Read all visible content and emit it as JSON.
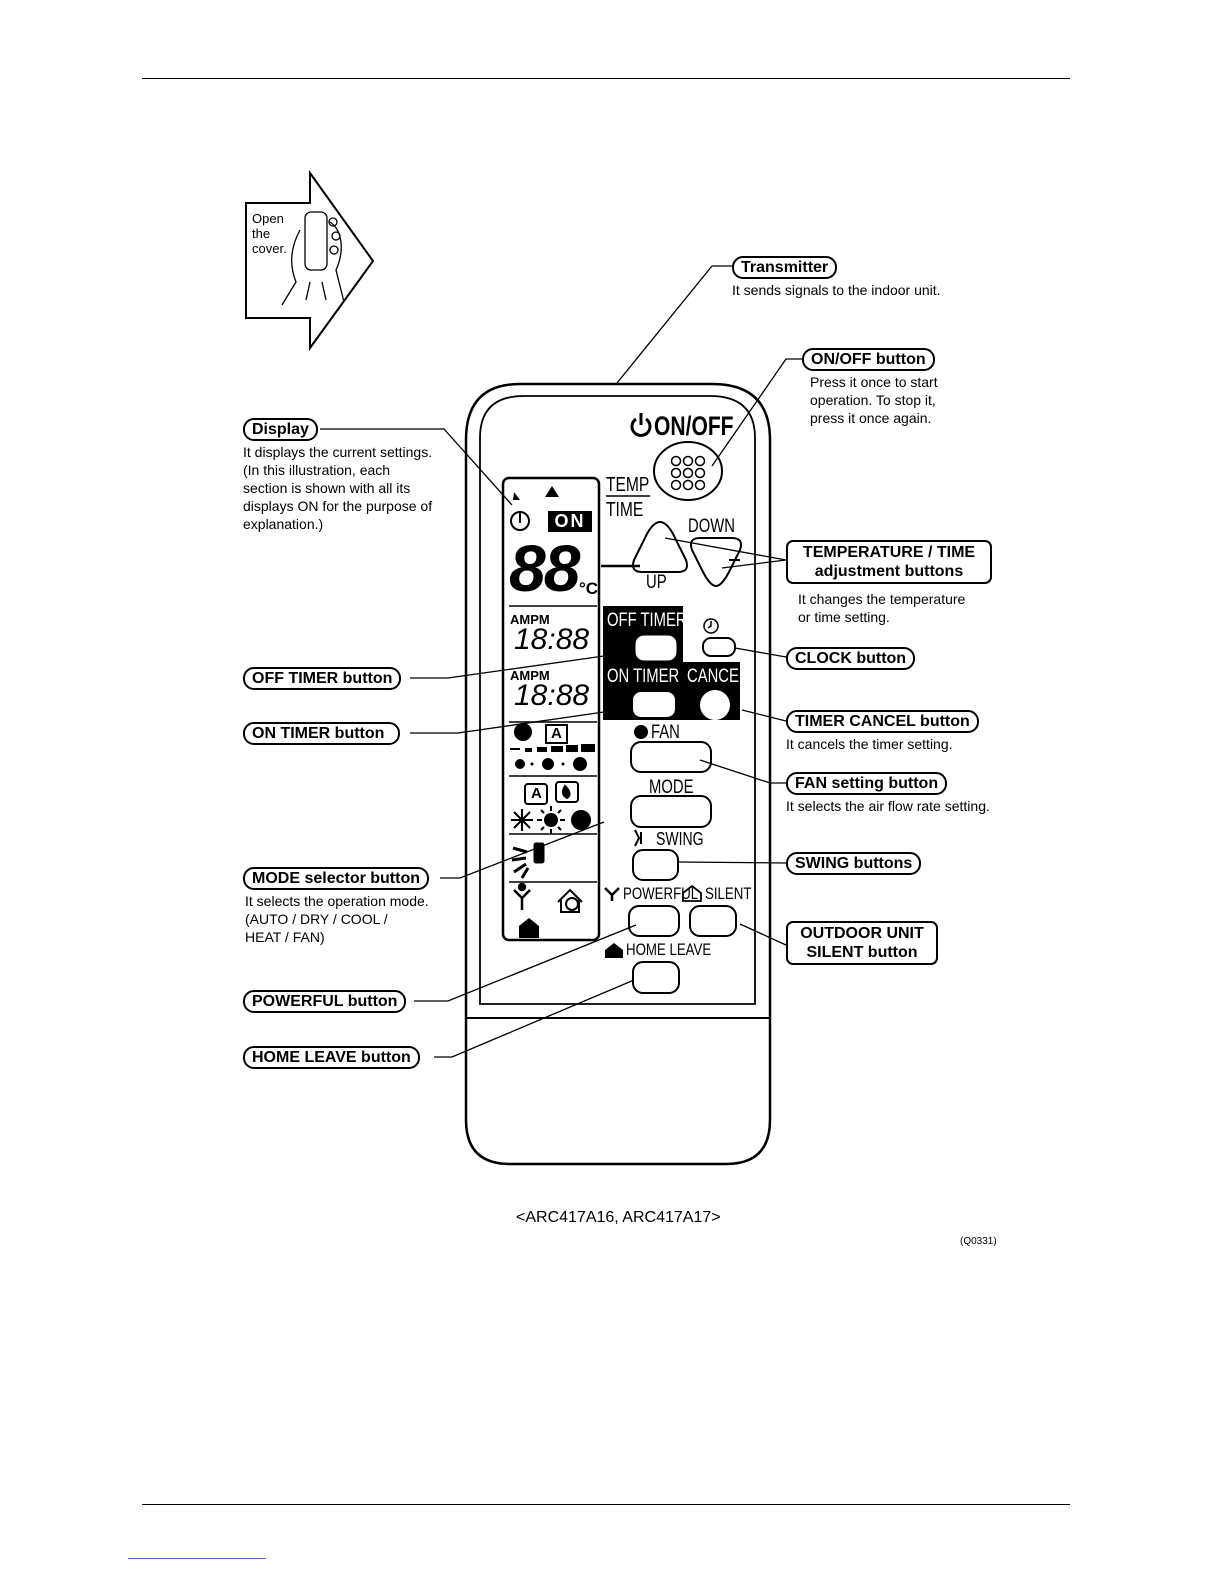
{
  "open_cover": [
    "Open",
    "the",
    "cover."
  ],
  "remote": {
    "onoff_label": "ON/OFF",
    "temp_label": "TEMP",
    "time_label": "TIME",
    "up_label": "UP",
    "down_label": "DOWN",
    "off_timer_label": "OFF TIMER",
    "on_timer_label": "ON TIMER",
    "cancel_label": "CANCEL",
    "fan_label": "FAN",
    "mode_label": "MODE",
    "swing_label": "SWING",
    "powerful_label": "POWERFUL",
    "silent_label": "SILENT",
    "home_leave_label": "HOME LEAVE",
    "lcd": {
      "on_badge": "ON",
      "big_digits": "88",
      "celsius": "°C",
      "ampm_1": "AMPM",
      "ampm_2": "AMPM",
      "time_1": "18:88",
      "time_2": "18:88",
      "auto_a_1": "A",
      "auto_a_2": "A"
    }
  },
  "callouts": {
    "transmitter": {
      "title": "Transmitter",
      "desc": [
        "It sends signals to the indoor unit."
      ]
    },
    "onoff": {
      "title": "ON/OFF button",
      "desc": [
        "Press it once to start",
        "operation. To stop it,",
        "press it once again."
      ]
    },
    "display": {
      "title": "Display",
      "desc": [
        "It displays the current settings.",
        "(In this illustration, each",
        "section is shown with all its",
        "displays ON for the purpose of",
        "explanation.)"
      ]
    },
    "temp_time": {
      "title_1": "TEMPERATURE / TIME",
      "title_2": "adjustment buttons",
      "desc": [
        "It changes the temperature",
        "or time setting."
      ]
    },
    "clock": {
      "title": "CLOCK button"
    },
    "off_timer": {
      "title": "OFF TIMER button"
    },
    "on_timer": {
      "title": "ON TIMER button"
    },
    "timer_cancel": {
      "title": "TIMER CANCEL button",
      "desc": [
        "It cancels the timer setting."
      ]
    },
    "fan": {
      "title": "FAN setting button",
      "desc": [
        "It selects the air flow rate setting."
      ]
    },
    "swing": {
      "title": "SWING buttons"
    },
    "mode": {
      "title": "MODE selector button",
      "desc": [
        "It selects the operation mode.",
        "(AUTO / DRY / COOL /",
        "HEAT / FAN)"
      ]
    },
    "outdoor": {
      "title_1": "OUTDOOR UNIT",
      "title_2": "SILENT button"
    },
    "powerful": {
      "title": "POWERFUL button"
    },
    "home_leave": {
      "title": "HOME LEAVE button"
    }
  },
  "model_caption": "<ARC417A16, ARC417A17>",
  "figure_code": "(Q0331)"
}
